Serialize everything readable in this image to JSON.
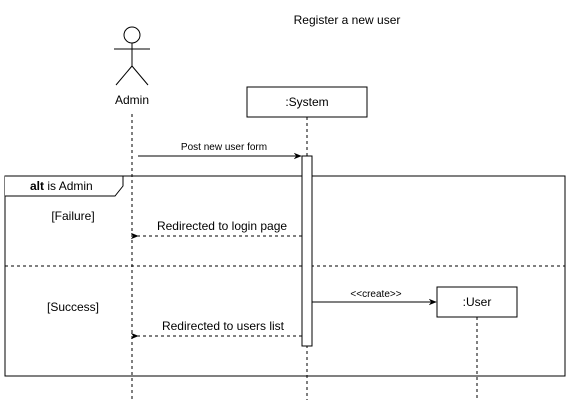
{
  "title": "Register a new user",
  "actor": {
    "label": "Admin"
  },
  "participants": {
    "system": ":System",
    "user": ":User"
  },
  "messages": {
    "post_form": "Post new user form",
    "redirect_login": "Redirected to login page",
    "create": "<<create>>",
    "redirect_users": "Redirected to users list"
  },
  "fragment": {
    "keyword": "alt",
    "condition": " is Admin",
    "guard_failure": "[Failure]",
    "guard_success": "[Success]"
  }
}
